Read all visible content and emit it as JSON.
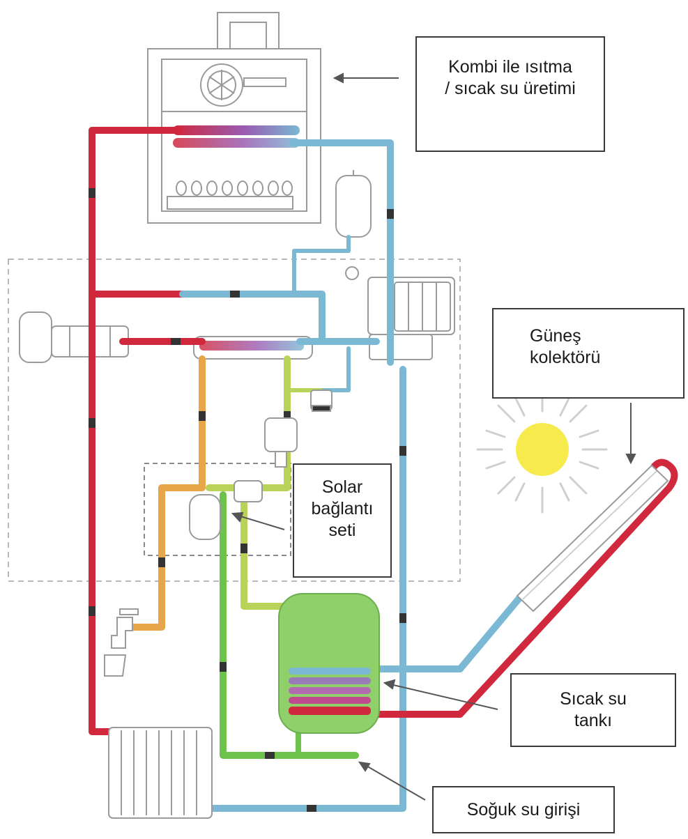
{
  "labels": {
    "boiler": {
      "line1": "Kombi ile ısıtma",
      "line2": "/ sıcak su üretimi"
    },
    "collector": {
      "line1": "Güneş",
      "line2": "kolektörü"
    },
    "solar_set": {
      "line1": "Solar",
      "line2": "bağlantı",
      "line3": "seti"
    },
    "tank": {
      "line1": "Sıcak su",
      "line2": "tankı"
    },
    "cold_inlet": {
      "line1": "Soğuk su girişi"
    }
  },
  "colors": {
    "hot_pipe": "#d0283c",
    "cold_pipe": "#7ab8d4",
    "green_pipe": "#6cc24a",
    "lime_pipe": "#b9d25a",
    "orange_pipe": "#e8a64a",
    "tank_fill": "#8fd06a",
    "sun": "#f6ea4c",
    "outline": "#9a9a9a"
  }
}
